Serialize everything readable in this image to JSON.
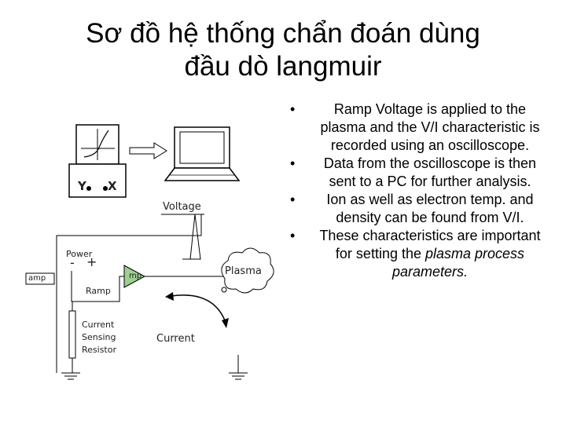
{
  "title": {
    "line1": "Sơ đồ hệ thống chẩn đoán dùng",
    "line2": "đầu dò langmuir"
  },
  "diagram": {
    "labels": {
      "y": "Y",
      "x": "X",
      "voltage": "Voltage",
      "power": "Power",
      "minus": "-",
      "plus": "+",
      "amp_left": "amp",
      "amp_mid": "mp",
      "ramp": "Ramp",
      "plasma": "Plasma",
      "current_sensing_1": "Current",
      "current_sensing_2": "Sensing",
      "current_sensing_3": "Resistor",
      "current": "Current"
    },
    "icons": [
      "oscilloscope-icon",
      "laptop-icon",
      "amplifier-icon",
      "ground-icon",
      "plasma-cloud-icon"
    ]
  },
  "bullets": [
    {
      "text": "Ramp Voltage is applied to the plasma and the V/I characteristic is recorded using an oscilloscope."
    },
    {
      "text": "Data from the oscilloscope is then sent to a PC for further analysis."
    },
    {
      "text": "Ion as well as electron temp. and density can be found from V/I."
    },
    {
      "text": "These characteristics are important for setting the ",
      "italic": "plasma process parameters."
    }
  ]
}
